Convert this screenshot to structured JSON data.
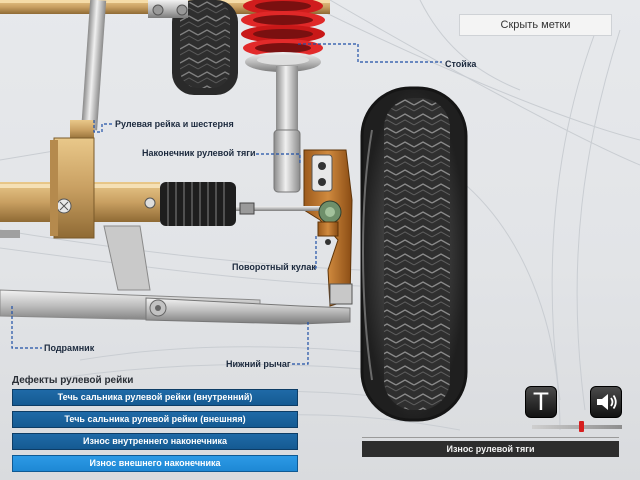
{
  "header": {
    "hide_labels_button": "Скрыть метки"
  },
  "labels": {
    "strut": "Стойка",
    "rack_and_pinion": "Рулевая рейка и шестерня",
    "tie_rod_end": "Наконечник рулевой тяги",
    "steering_knuckle": "Поворотный кулак",
    "subframe": "Подрамник",
    "lower_arm": "Нижний рычаг"
  },
  "defects": {
    "title": "Дефекты рулевой рейки",
    "items": [
      {
        "label": "Течь сальника рулевой рейки (внутренний)"
      },
      {
        "label": "Течь сальника рулевой рейки (внешняя)"
      },
      {
        "label": "Износ внутреннего наконечника"
      },
      {
        "label": "Износ внешнего наконечника"
      }
    ],
    "selected_index": 3
  },
  "controls": {
    "text_toggle_glyph": "T",
    "volume_level": 0.55,
    "colors": {
      "accent": "#d61f1f",
      "defect_button": "#1a62a0",
      "defect_button_selected": "#2590dc"
    }
  },
  "status": {
    "current_part": "Износ рулевой тяги"
  }
}
